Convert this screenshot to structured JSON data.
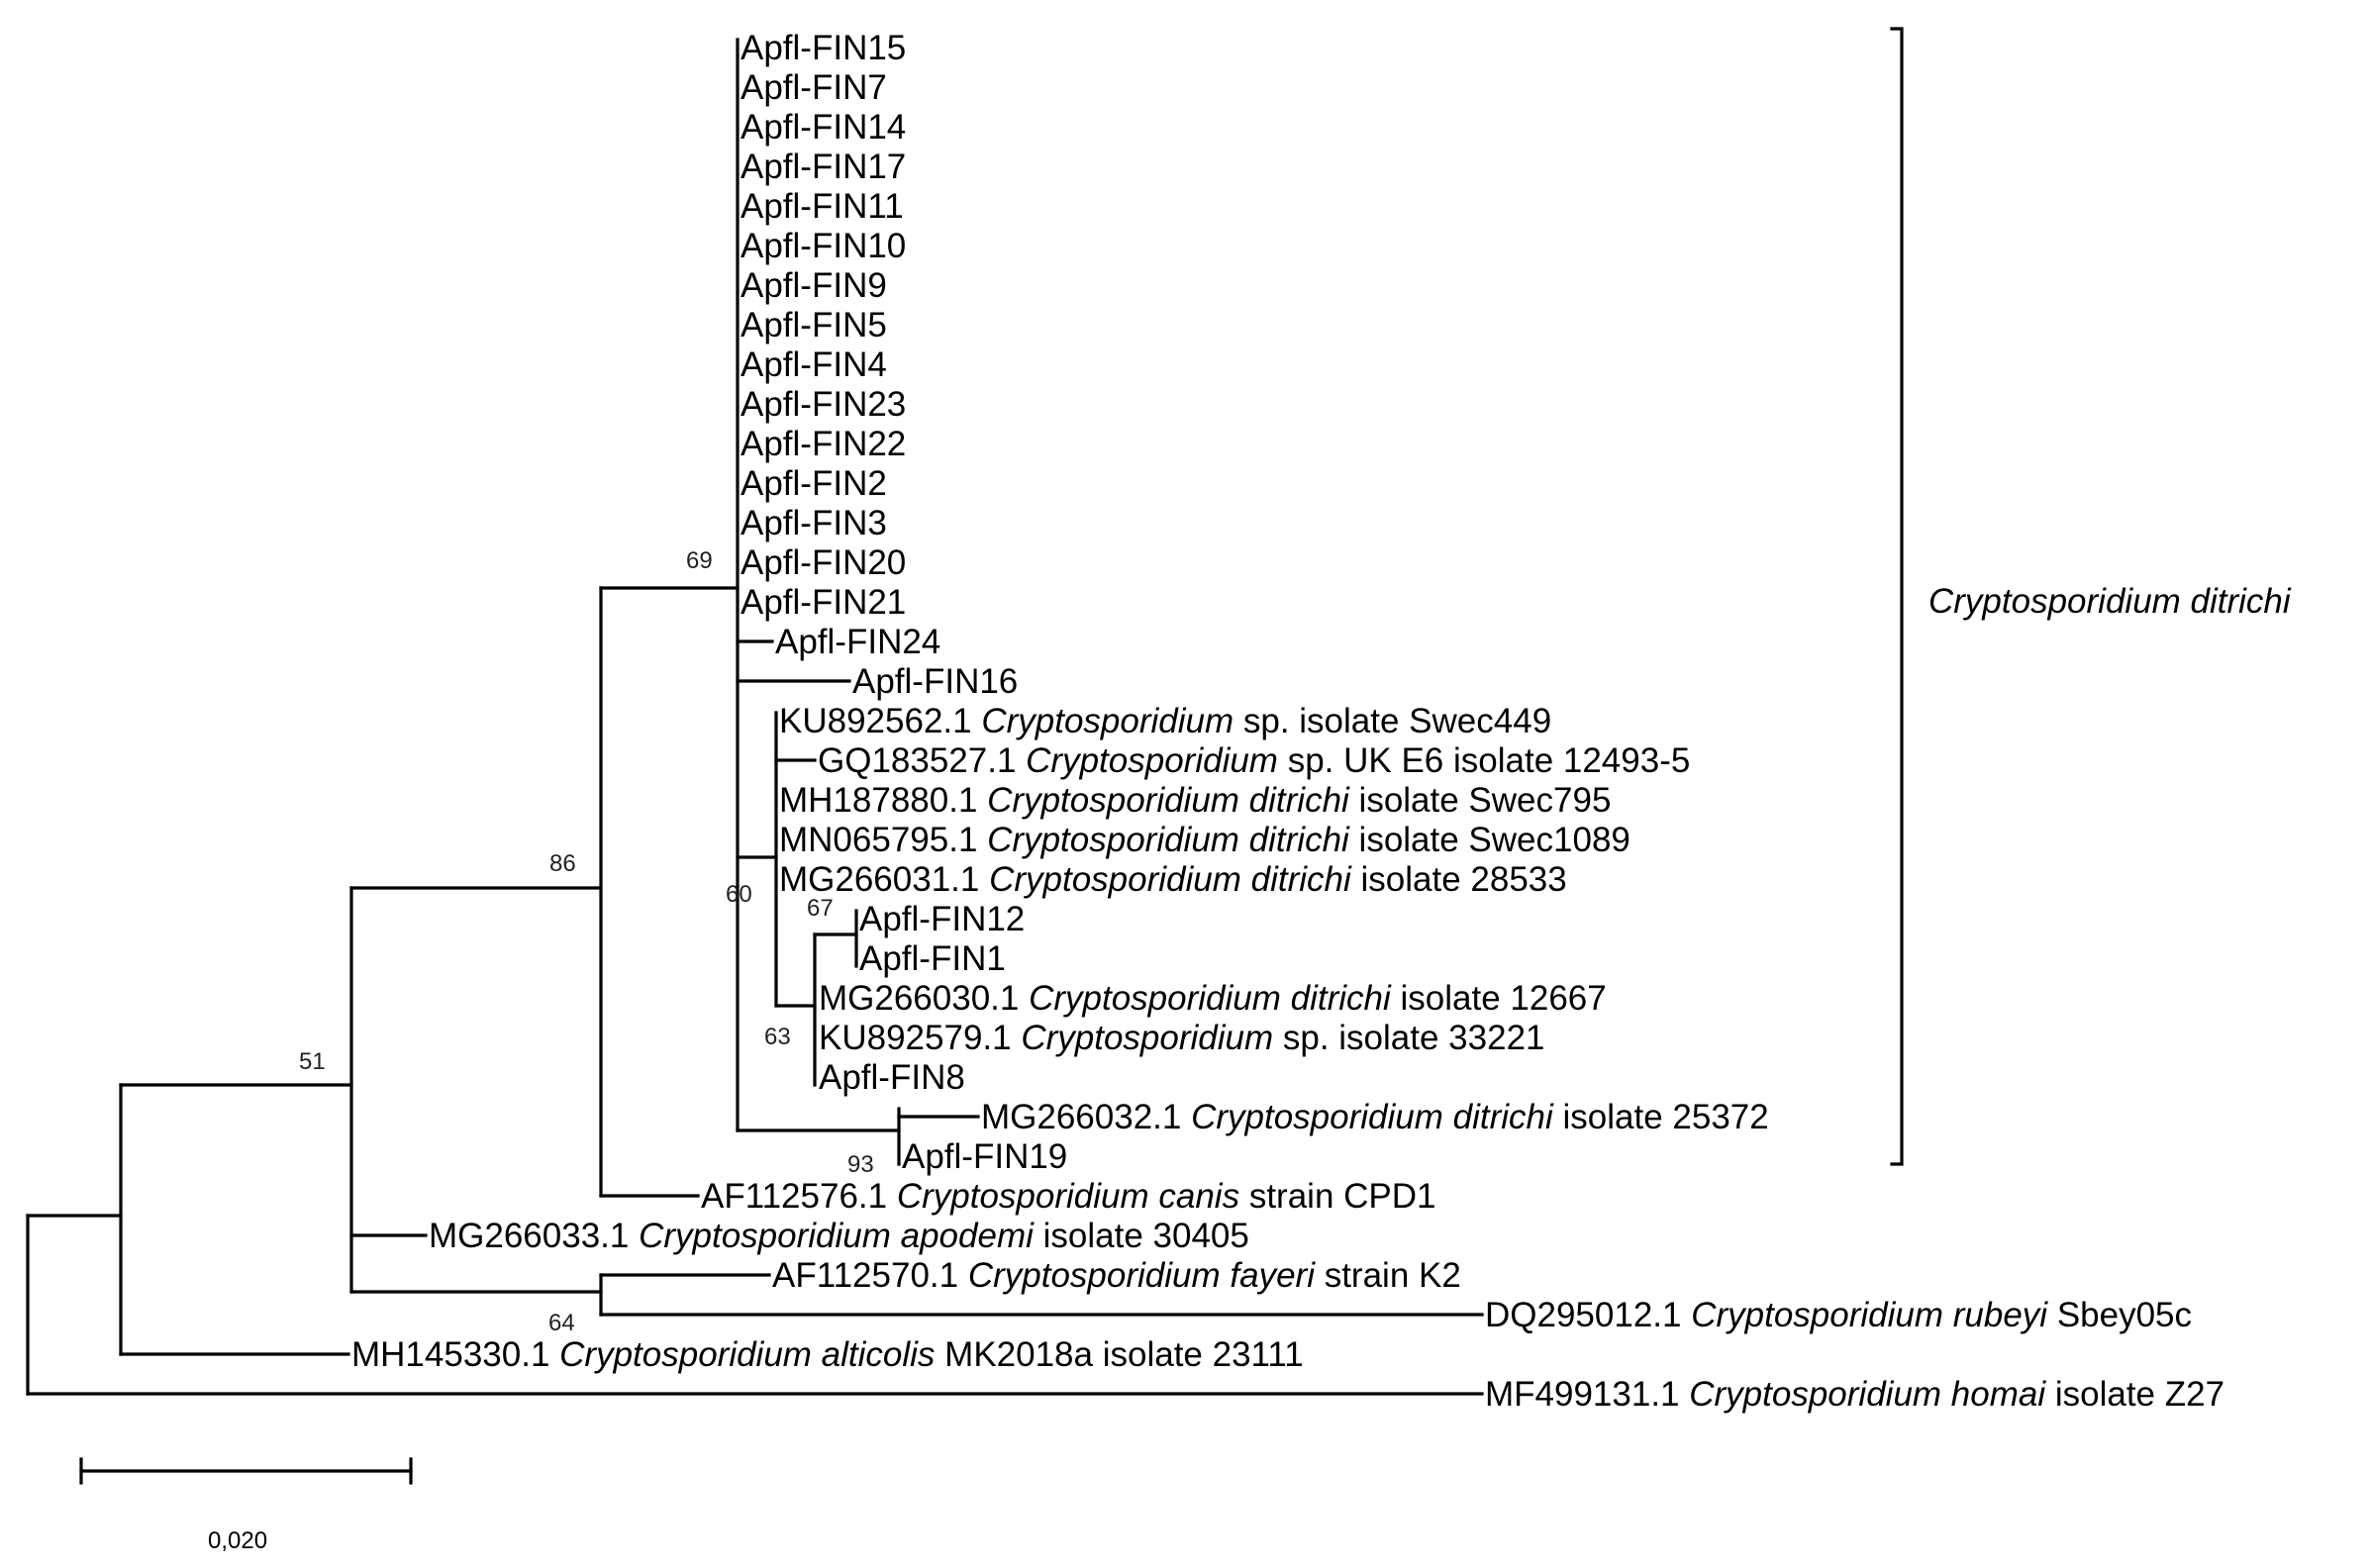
{
  "tree": {
    "clade_label": "Cryptosporidium ditrichi",
    "scale_bar_label": "0,020",
    "tips": {
      "FIN15": [
        "Apfl-FIN15"
      ],
      "FIN7": [
        "Apfl-FIN7"
      ],
      "FIN14": [
        "Apfl-FIN14"
      ],
      "FIN17": [
        "Apfl-FIN17"
      ],
      "FIN11": [
        "Apfl-FIN11"
      ],
      "FIN10": [
        "Apfl-FIN10"
      ],
      "FIN9": [
        "Apfl-FIN9"
      ],
      "FIN5": [
        "Apfl-FIN5"
      ],
      "FIN4": [
        "Apfl-FIN4"
      ],
      "FIN23": [
        "Apfl-FIN23"
      ],
      "FIN22": [
        "Apfl-FIN22"
      ],
      "FIN2": [
        "Apfl-FIN2"
      ],
      "FIN3": [
        "Apfl-FIN3"
      ],
      "FIN20": [
        "Apfl-FIN20"
      ],
      "FIN21": [
        "Apfl-FIN21"
      ],
      "FIN24": [
        "Apfl-FIN24"
      ],
      "FIN16": [
        "Apfl-FIN16"
      ],
      "KU892562": [
        "KU892562.1 ",
        "Cryptosporidium",
        " sp. isolate Swec449"
      ],
      "GQ183527": [
        "GQ183527.1 ",
        "Cryptosporidium",
        " sp. UK E6 isolate 12493-5"
      ],
      "MH187880": [
        "MH187880.1 ",
        "Cryptosporidium ditrichi",
        " isolate Swec795"
      ],
      "MN065795": [
        "MN065795.1 ",
        "Cryptosporidium ditrichi",
        " isolate Swec1089"
      ],
      "MG266031": [
        "MG266031.1 ",
        "Cryptosporidium ditrichi",
        " isolate 28533"
      ],
      "FIN12": [
        "Apfl-FIN12"
      ],
      "FIN1": [
        "Apfl-FIN1"
      ],
      "MG266030": [
        "MG266030.1 ",
        "Cryptosporidium ditrichi",
        " isolate 12667"
      ],
      "KU892579": [
        "KU892579.1 ",
        "Cryptosporidium",
        " sp. isolate 33221"
      ],
      "FIN8": [
        "Apfl-FIN8"
      ],
      "MG266032": [
        "MG266032.1 ",
        "Cryptosporidium ditrichi",
        " isolate 25372"
      ],
      "FIN19": [
        "Apfl-FIN19"
      ],
      "AF112576": [
        "AF112576.1 ",
        "Cryptosporidium canis",
        " strain CPD1"
      ],
      "MG266033": [
        "MG266033.1 ",
        "Cryptosporidium apodemi",
        " isolate 30405"
      ],
      "AF112570": [
        "AF112570.1 ",
        "Cryptosporidium fayeri",
        " strain K2"
      ],
      "DQ295012": [
        "DQ295012.1 ",
        "Cryptosporidium rubeyi",
        " Sbey05c"
      ],
      "MH145330": [
        "MH145330.1 ",
        "Cryptosporidium alticolis",
        " MK2018a isolate 23111"
      ],
      "MF499131": [
        "MF499131.1 ",
        "Cryptosporidium homai",
        " isolate Z27"
      ]
    },
    "bootstrap": {
      "n69": "69",
      "n86": "86",
      "n60": "60",
      "n67": "67",
      "n63": "63",
      "n93": "93",
      "n51": "51",
      "n64": "64"
    }
  }
}
